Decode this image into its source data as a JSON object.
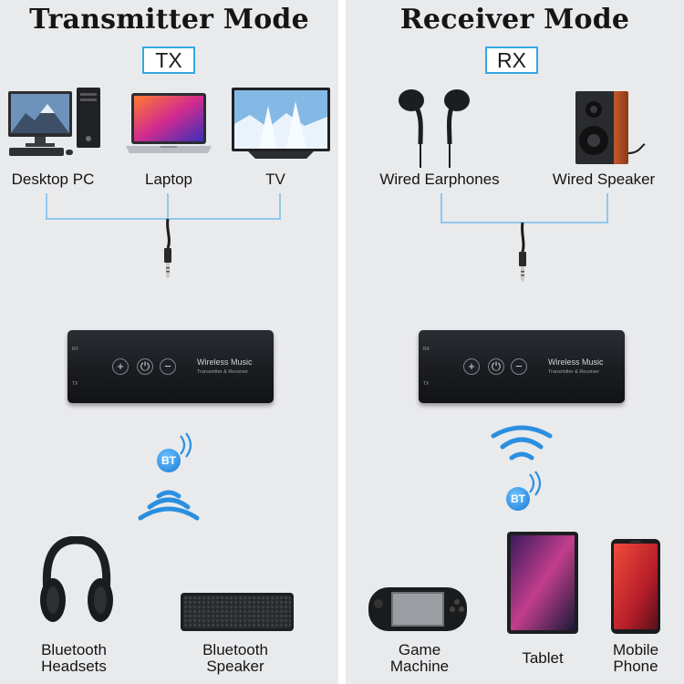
{
  "left_panel": {
    "title": "Transmitter Mode",
    "badge": "TX",
    "sources": [
      {
        "label": "Desktop PC",
        "icon": "desktop-pc-icon"
      },
      {
        "label": "Laptop",
        "icon": "laptop-icon"
      },
      {
        "label": "TV",
        "icon": "tv-icon"
      }
    ],
    "targets": [
      {
        "label_line1": "Bluetooth",
        "label_line2": "Headsets",
        "icon": "headphones-icon"
      },
      {
        "label_line1": "Bluetooth",
        "label_line2": "Speaker",
        "icon": "bluetooth-speaker-icon"
      }
    ]
  },
  "right_panel": {
    "title": "Receiver Mode",
    "badge": "RX",
    "outputs": [
      {
        "label": "Wired Earphones",
        "icon": "earphones-icon"
      },
      {
        "label": "Wired Speaker",
        "icon": "wired-speaker-icon"
      }
    ],
    "sources": [
      {
        "label_line1": "Game",
        "label_line2": "Machine",
        "icon": "game-console-icon"
      },
      {
        "label_line1": "Tablet",
        "icon": "tablet-icon"
      },
      {
        "label_line1": "Mobile",
        "label_line2": "Phone",
        "icon": "phone-icon"
      }
    ]
  },
  "device": {
    "name": "Wireless Music",
    "subtitle": "Transmitter & Receiver",
    "side_rx": "RX",
    "side_tx": "TX",
    "btn_plus": "+",
    "btn_play": "⏻",
    "btn_minus": "−"
  },
  "bt_badge": "BT",
  "colors": {
    "panel_bg": "#e9eaec",
    "accent_blue": "#35a8e4",
    "connector_line": "#8ec9ee",
    "wave_blue": "#2b8fe0"
  }
}
